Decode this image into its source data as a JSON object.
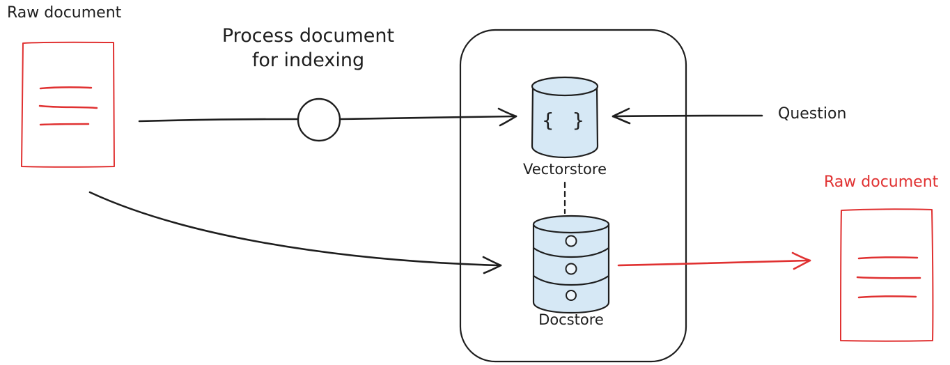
{
  "diagram": {
    "labels": {
      "raw_document_left": "Raw document",
      "process_step": {
        "line1": "Process document",
        "line2": "for indexing"
      },
      "vectorstore": "Vectorstore",
      "vectorstore_glyph": "{ }",
      "docstore": "Docstore",
      "question": "Question",
      "raw_document_right": "Raw document"
    },
    "colors": {
      "ink": "#1e1e1e",
      "red": "#e03131",
      "store_fill": "#d6e8f5",
      "store_inner_fill": "#eef6fc",
      "background": "#ffffff"
    }
  }
}
